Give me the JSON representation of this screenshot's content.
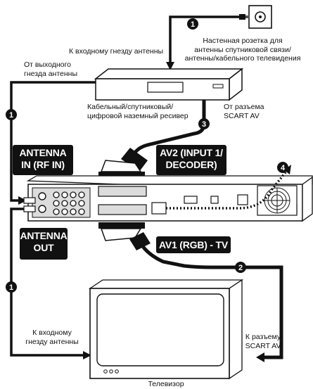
{
  "colors": {
    "ink": "#111111",
    "paper": "#ffffff",
    "panel": "#dcdcdc"
  },
  "step_markers": [
    "1",
    "1",
    "1",
    "2",
    "3",
    "4"
  ],
  "labels": {
    "wall_socket": "Настенная розетка для\nантенны спутниковой связи/\nантенны/кабельного телевидения",
    "to_antenna_in_top": "К входному гнезду антенны",
    "from_antenna_out": "От выходного\nгнезда антенны",
    "receiver": "Кабельный/спутниковый/\nцифровой наземный ресивер",
    "from_scart": "От разъема\nSCART AV",
    "to_antenna_in_bottom": "К входному\nгнезду антенны",
    "to_scart": "К разъему\nSCART AV",
    "tv": "Телевизор"
  },
  "tags": {
    "antenna_in": "ANTENNA\nIN (RF IN)",
    "av2": "AV2 (INPUT 1/\nDECODER)",
    "antenna_out": "ANTENNA\nOUT",
    "av1": "AV1 (RGB) - TV"
  },
  "icons": [
    "wall-socket-icon",
    "satellite-receiver-icon",
    "dvd-recorder-icon",
    "scart-plug-icon",
    "rf-plug-icon",
    "television-icon",
    "cooling-fan-icon"
  ]
}
